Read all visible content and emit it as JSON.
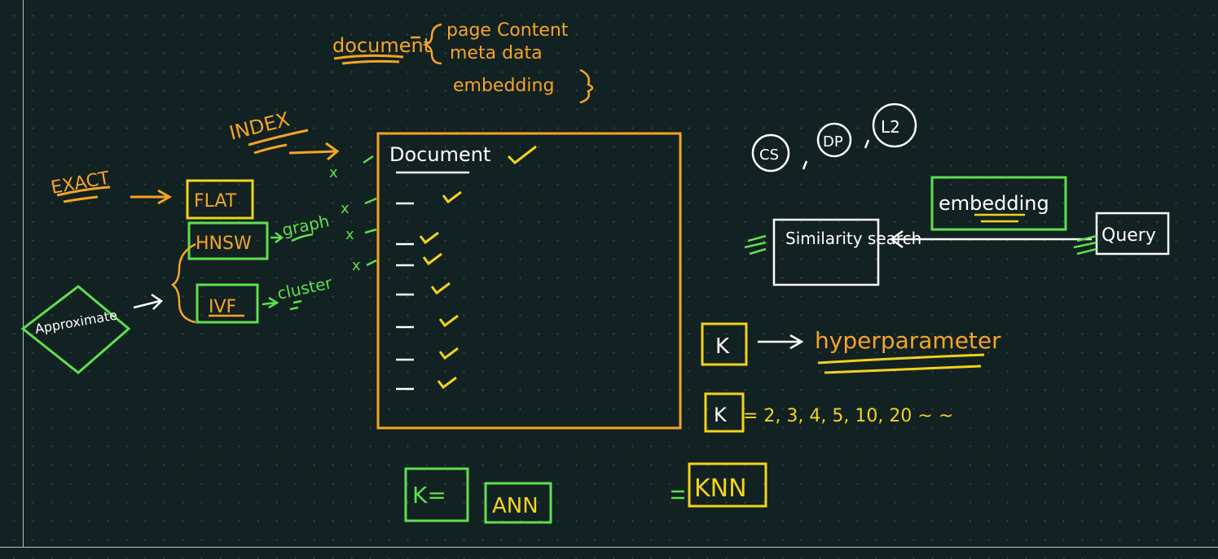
{
  "colors": {
    "background": "#122121",
    "orange": "#f5a524",
    "green": "#5de04f",
    "yellow": "#f1d31b",
    "white": "#ffffff"
  },
  "document_note": {
    "label": "document",
    "items": [
      "page Content",
      "meta data",
      "embedding"
    ]
  },
  "index": {
    "label": "INDEX",
    "exact": "EXACT",
    "approx": "Approximate",
    "flat": "FLAT",
    "hnsw": "HNSW",
    "ivf": "IVF",
    "graph": "graph",
    "cluster": "cluster",
    "cross": "x"
  },
  "store": {
    "title": "Document",
    "row_count": 7
  },
  "metrics": [
    "CS",
    "DP",
    "L2"
  ],
  "search": {
    "similarity": "Similarity search",
    "embedding": "embedding",
    "query": "Query"
  },
  "k": {
    "symbol": "K",
    "hyper": "hyperparameter",
    "values": "= 2, 3, 4, 5, 10, 20 ~ ~",
    "knn": "KNN",
    "approx_k": "K=",
    "ann": "ANN"
  }
}
